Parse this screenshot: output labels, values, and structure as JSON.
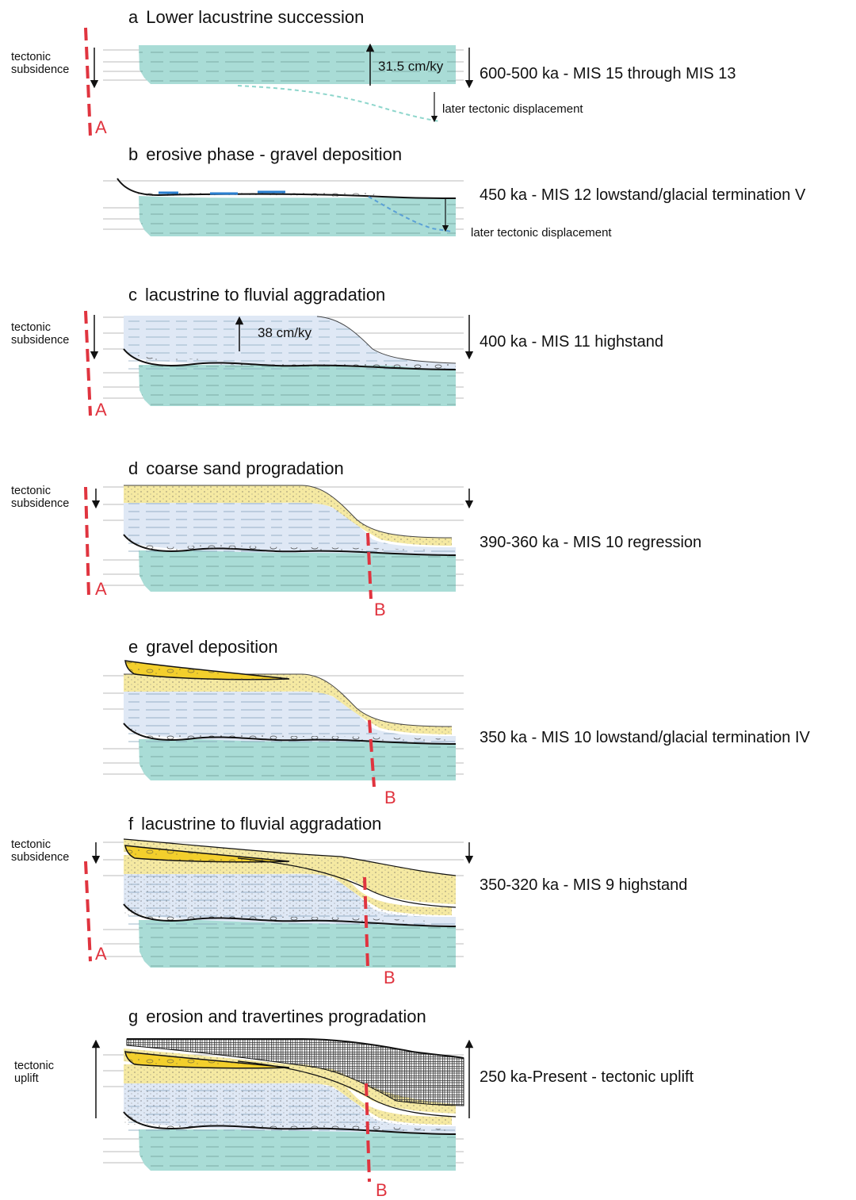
{
  "colors": {
    "lower_lacustrine": "#a9dcd6",
    "lacustrine_fluvial": "#dfe8f5",
    "sand": "#f5e9a2",
    "gravel_wedge": "#f3cf2c",
    "fault": "#e0343f",
    "travertine": "#3a3a3a"
  },
  "panels": [
    {
      "letter": "a",
      "title": "Lower lacustrine succession",
      "side_label": [
        "tectonic",
        "subsidence"
      ],
      "age": "600-500 ka - MIS 15 through MIS 13",
      "rate": "31.5 cm/ky",
      "note": "later tectonic displacement",
      "fault_labels": [
        "A"
      ]
    },
    {
      "letter": "b",
      "title": "erosive phase - gravel deposition",
      "age": "450 ka - MIS 12 lowstand/glacial termination V",
      "note": "later tectonic displacement"
    },
    {
      "letter": "c",
      "title": "lacustrine to fluvial aggradation",
      "side_label": [
        "tectonic",
        "subsidence"
      ],
      "age": "400 ka - MIS 11 highstand",
      "rate": "38 cm/ky",
      "fault_labels": [
        "A"
      ]
    },
    {
      "letter": "d",
      "title": "coarse sand progradation",
      "side_label": [
        "tectonic",
        "subsidence"
      ],
      "age": "390-360 ka - MIS 10 regression",
      "fault_labels": [
        "A",
        "B"
      ]
    },
    {
      "letter": "e",
      "title": "gravel deposition",
      "age": "350 ka - MIS 10 lowstand/glacial termination IV",
      "fault_labels": [
        "B"
      ]
    },
    {
      "letter": "f",
      "title": "lacustrine to fluvial aggradation",
      "side_label": [
        "tectonic",
        "subsidence"
      ],
      "age": "350-320 ka - MIS 9 highstand",
      "fault_labels": [
        "A",
        "B"
      ]
    },
    {
      "letter": "g",
      "title": "erosion and travertines progradation",
      "side_label": [
        "tectonic",
        "uplift"
      ],
      "age": "250 ka-Present - tectonic uplift",
      "fault_labels": [
        "B"
      ]
    }
  ]
}
